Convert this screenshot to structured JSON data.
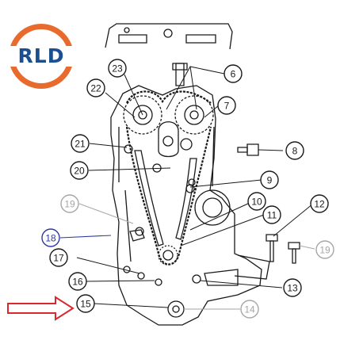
{
  "logo": {
    "text": "RLD",
    "ring_color": "#e86a2c",
    "text_color": "#1b4f8f"
  },
  "callouts": [
    {
      "id": "c6",
      "label": "6",
      "style": "normal"
    },
    {
      "id": "c7",
      "label": "7",
      "style": "normal"
    },
    {
      "id": "c8",
      "label": "8",
      "style": "normal"
    },
    {
      "id": "c9",
      "label": "9",
      "style": "normal"
    },
    {
      "id": "c10",
      "label": "10",
      "style": "normal"
    },
    {
      "id": "c11",
      "label": "11",
      "style": "normal"
    },
    {
      "id": "c12",
      "label": "12",
      "style": "normal"
    },
    {
      "id": "c13",
      "label": "13",
      "style": "normal"
    },
    {
      "id": "c14",
      "label": "14",
      "style": "faded"
    },
    {
      "id": "c15",
      "label": "15",
      "style": "normal"
    },
    {
      "id": "c16",
      "label": "16",
      "style": "normal"
    },
    {
      "id": "c17",
      "label": "17",
      "style": "normal"
    },
    {
      "id": "c18",
      "label": "18",
      "style": "highlight"
    },
    {
      "id": "c19a",
      "label": "19",
      "style": "faded"
    },
    {
      "id": "c19b",
      "label": "19",
      "style": "faded"
    },
    {
      "id": "c20",
      "label": "20",
      "style": "normal"
    },
    {
      "id": "c21",
      "label": "21",
      "style": "normal"
    },
    {
      "id": "c22",
      "label": "22",
      "style": "normal"
    },
    {
      "id": "c23",
      "label": "23",
      "style": "normal"
    }
  ],
  "colors": {
    "line": "#1a1a1a",
    "faded": "#a6a6a6",
    "highlight": "#2a3aa0",
    "arrow": "#d9282f"
  }
}
